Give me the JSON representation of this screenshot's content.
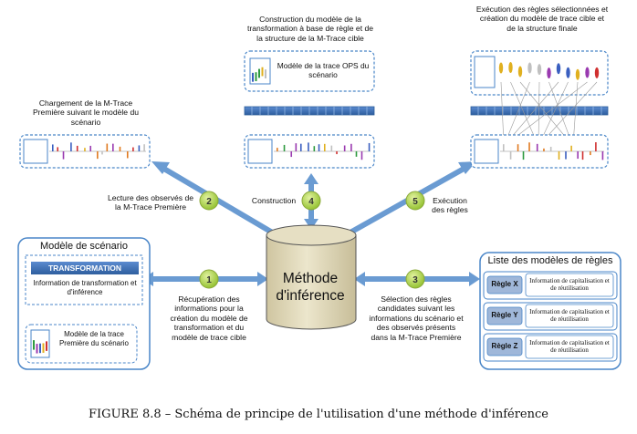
{
  "center": {
    "label": "Méthode d'inférence"
  },
  "steps": [
    {
      "number": "1",
      "text": "Récupération des informations pour la création du modèle de transformation et du modèle de trace cible"
    },
    {
      "number": "2",
      "text": "Lecture des observés de la M-Trace Première"
    },
    {
      "number": "3",
      "text": "Sélection des règles candidates suivant les informations du scénario et des observés présents dans la M-Trace Première"
    },
    {
      "number": "4",
      "text": "Construction"
    },
    {
      "number": "5",
      "text": "Exécution des règles"
    }
  ],
  "top_labels": {
    "left": "Chargement de la M-Trace Première suivant le modèle du scénario",
    "center": "Construction du modèle de la transformation à base de règle et de la structure de la M-Trace cible",
    "right": "Exécution des règles sélectionnées et création du modèle de trace cible et de la structure finale"
  },
  "ops_model": "Modèle de la trace OPS du scénario",
  "scenario_panel": {
    "title": "Modèle de scénario",
    "transformation_header": "TRANSFORMATION",
    "transformation_info": "Information de transformation et d'inférence",
    "premiere_model": "Modèle de la trace Première du scénario"
  },
  "rules_panel": {
    "title": "Liste des modèles de règles",
    "rules": [
      {
        "name": "Règle X",
        "info": "Information de capitalisation et de réutilisation"
      },
      {
        "name": "Règle Y",
        "info": "Information de capitalisation et de réutilisation"
      },
      {
        "name": "Règle Z",
        "info": "Information de capitalisation et de réutilisation"
      }
    ]
  },
  "caption": "FIGURE 8.8 – Schéma de principe de l'utilisation d'une méthode d'inférence",
  "colors": {
    "arrow": "#6a9bd2",
    "panel_border": "#4a86c8",
    "circle_fill": "#b8d94a",
    "cylinder": "#ddd5b5",
    "header_bar": "#3f6fb0",
    "rule_button": "#9fb7d9"
  }
}
